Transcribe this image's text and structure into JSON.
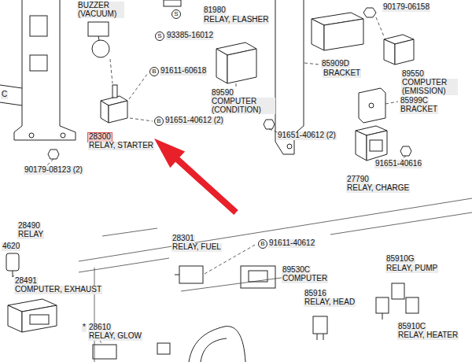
{
  "diagram": {
    "labels": [
      "BUZZER (VACUUM)",
      "S",
      "81980",
      "RELAY, FLASHER",
      "90179-06158",
      "S",
      "93385-16012",
      "C",
      "B",
      "91611-60618",
      "85909D",
      "BRACKET",
      "89550",
      "COMPUTER (EMISSION)",
      "85999C",
      "BRACKET",
      "89590",
      "COMPUTER (CONDITION)",
      "B",
      "91651-40612 (2)",
      "28300",
      "RELAY, STARTER",
      "91651-40612 (2)",
      "91651-40616",
      "90179-08123 (2)",
      "27790",
      "RELAY, CHARGE",
      "28490",
      "RELAY",
      "4620",
      "28301",
      "RELAY, FUEL",
      "B",
      "91611-40612",
      "85910G",
      "RELAY, PUMP",
      "89530C",
      "COMPUTER",
      "28491",
      "COMPUTER, EXHAUST",
      "85916",
      "RELAY, HEAD",
      "*",
      "28610",
      "RELAY, GLOW",
      "85910C",
      "RELAY, HEATER"
    ]
  }
}
